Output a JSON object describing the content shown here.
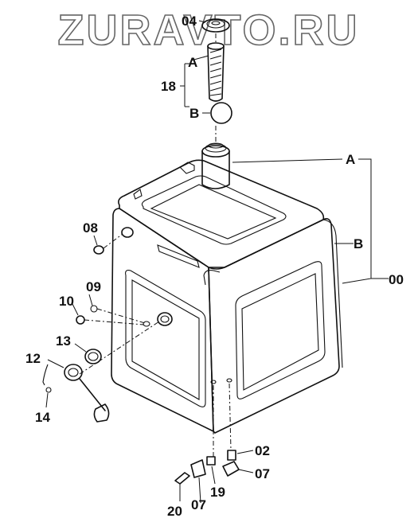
{
  "watermark": "ZURAVTO.RU",
  "labels": {
    "p04": "04",
    "pA_top": "A",
    "p18": "18",
    "pB_top": "B",
    "pA_right": "A",
    "pB_right": "B",
    "p00": "00",
    "p08": "08",
    "p09": "09",
    "p10": "10",
    "p13": "13",
    "p12": "12",
    "p14": "14",
    "p02": "02",
    "p07_right": "07",
    "p19": "19",
    "p20": "20",
    "p07_left": "07"
  }
}
